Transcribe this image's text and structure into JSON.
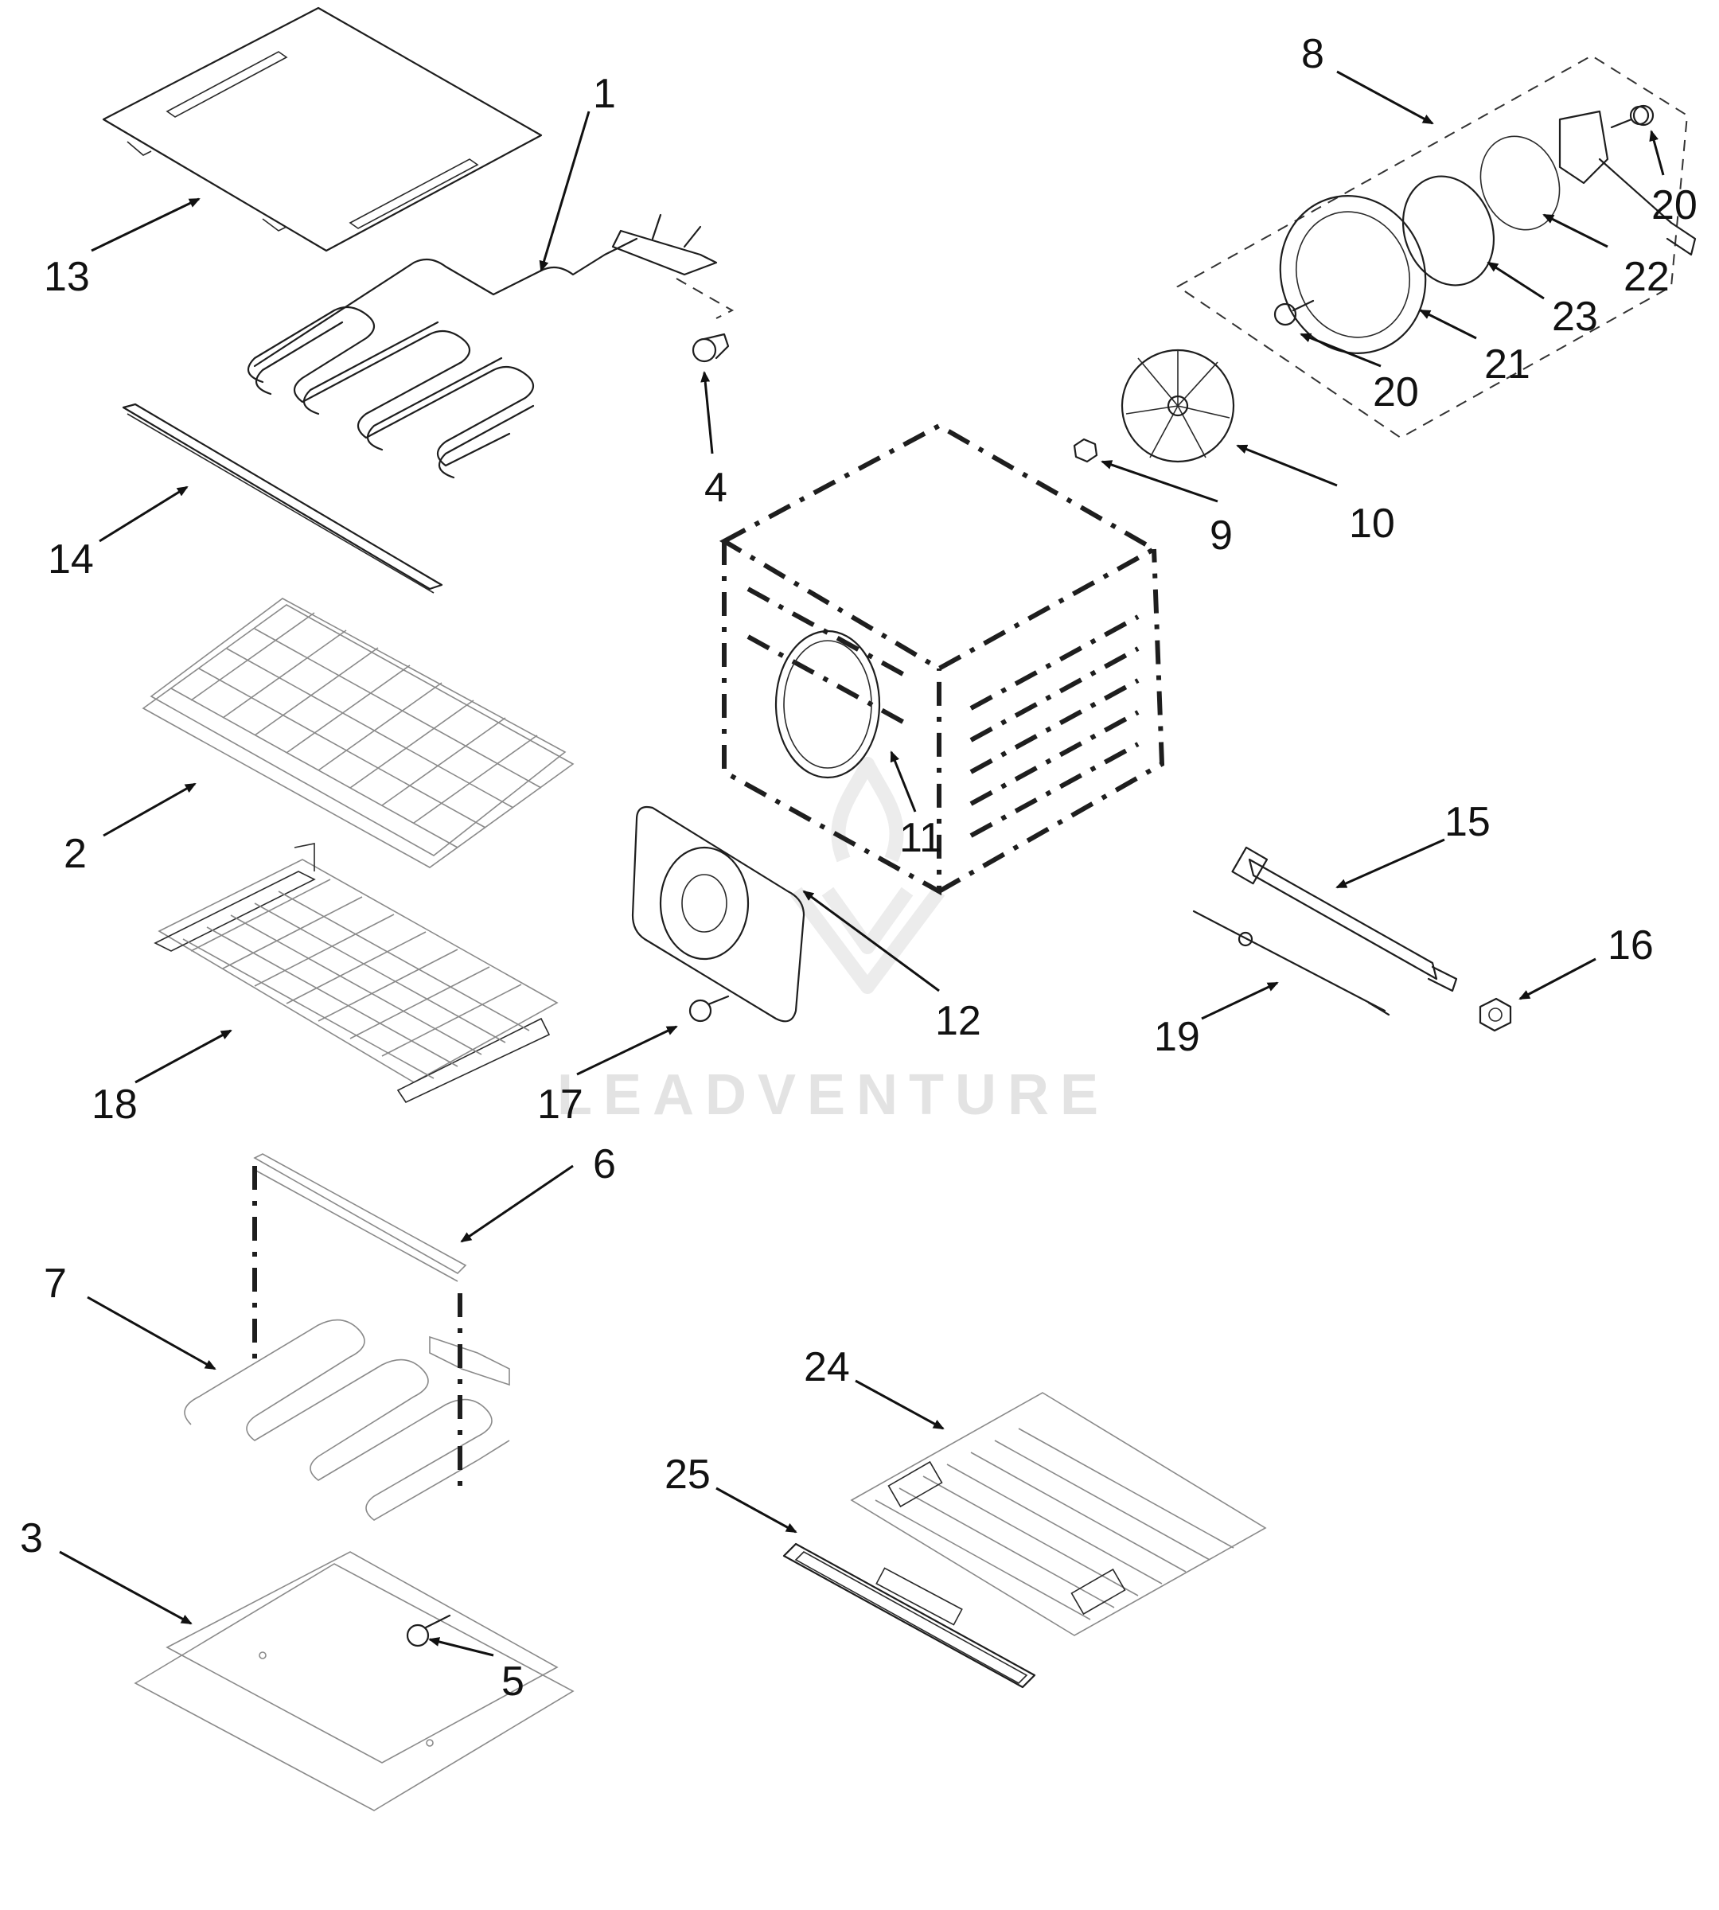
{
  "watermark": "LEADVENTURE",
  "callouts": [
    {
      "id": "1",
      "label": "1"
    },
    {
      "id": "2",
      "label": "2"
    },
    {
      "id": "3",
      "label": "3"
    },
    {
      "id": "4",
      "label": "4"
    },
    {
      "id": "5",
      "label": "5"
    },
    {
      "id": "6",
      "label": "6"
    },
    {
      "id": "7",
      "label": "7"
    },
    {
      "id": "8",
      "label": "8"
    },
    {
      "id": "9",
      "label": "9"
    },
    {
      "id": "10",
      "label": "10"
    },
    {
      "id": "11",
      "label": "11"
    },
    {
      "id": "12",
      "label": "12"
    },
    {
      "id": "13",
      "label": "13"
    },
    {
      "id": "14",
      "label": "14"
    },
    {
      "id": "15",
      "label": "15"
    },
    {
      "id": "16",
      "label": "16"
    },
    {
      "id": "17",
      "label": "17"
    },
    {
      "id": "18",
      "label": "18"
    },
    {
      "id": "19",
      "label": "19"
    },
    {
      "id": "20a",
      "label": "20"
    },
    {
      "id": "20b",
      "label": "20"
    },
    {
      "id": "21",
      "label": "21"
    },
    {
      "id": "22",
      "label": "22"
    },
    {
      "id": "23",
      "label": "23"
    },
    {
      "id": "24",
      "label": "24"
    },
    {
      "id": "25",
      "label": "25"
    }
  ]
}
